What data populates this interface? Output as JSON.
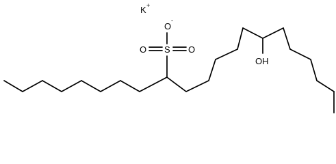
{
  "structure": {
    "counter_ion": {
      "symbol": "K",
      "charge": "+"
    },
    "sulfonate": {
      "sulfur": "S",
      "anion_oxygen": {
        "symbol": "O",
        "charge": "-"
      },
      "oxo_left": "O",
      "oxo_right": "O"
    },
    "hydroxyl": {
      "label": "OH"
    }
  },
  "colors": {
    "bond": "#000000",
    "text": "#000000",
    "background": "#ffffff"
  }
}
